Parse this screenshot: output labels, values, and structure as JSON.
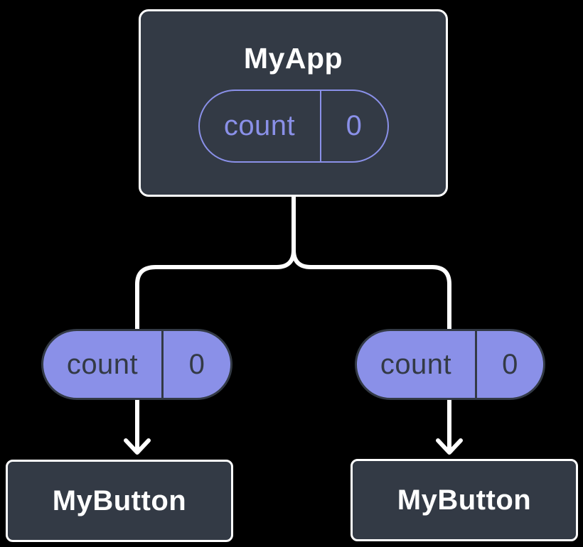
{
  "colors": {
    "background": "#000000",
    "card": "#333A45",
    "accent": "#8A90E8",
    "connector": "#FFFFFF",
    "pill_dark_text": "#333A45",
    "title_text": "#FFFFFF"
  },
  "parent": {
    "title": "MyApp",
    "state_pill": {
      "name": "count",
      "value": "0"
    }
  },
  "children": [
    {
      "prop_pill": {
        "name": "count",
        "value": "0"
      },
      "title": "MyButton"
    },
    {
      "prop_pill": {
        "name": "count",
        "value": "0"
      },
      "title": "MyButton"
    }
  ]
}
